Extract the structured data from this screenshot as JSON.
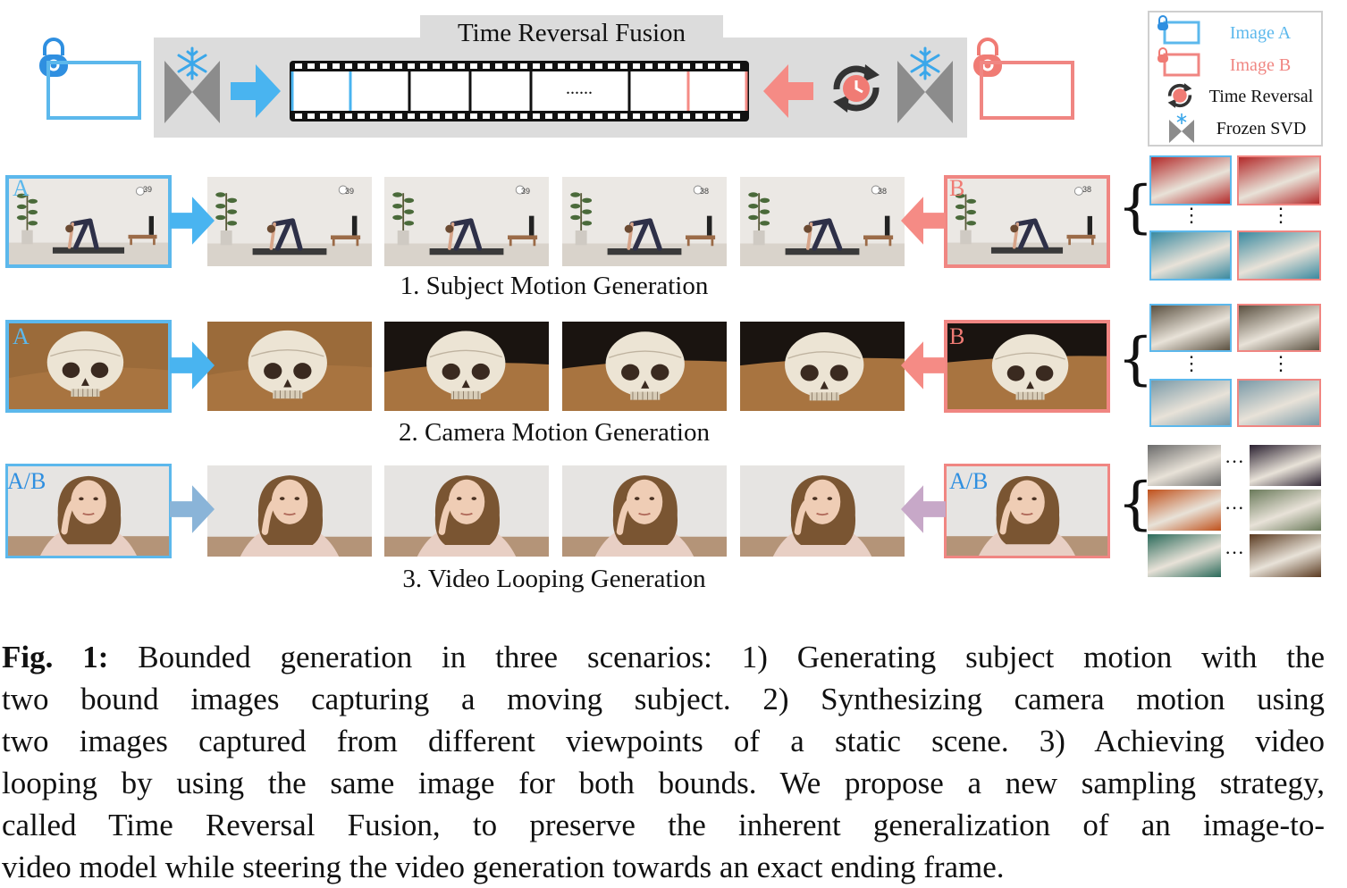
{
  "figure": {
    "pipeline_title": "Time Reversal Fusion",
    "film_dots": "......",
    "legend": [
      {
        "label": "Image A",
        "color": "#5cb8ec"
      },
      {
        "label": "Image B",
        "color": "#f08682"
      },
      {
        "label": "Time Reversal",
        "color": "#111111"
      },
      {
        "label": "Frozen SVD",
        "color": "#111111"
      }
    ],
    "rows": [
      {
        "title": "1. Subject Motion Generation",
        "left_label": "A",
        "right_label": "B"
      },
      {
        "title": "2. Camera Motion Generation",
        "left_label": "A",
        "right_label": "B"
      },
      {
        "title": "3. Video Looping Generation",
        "left_label": "A/B",
        "right_label": "A/B"
      }
    ],
    "badges": [
      "39",
      "39",
      "39",
      "38",
      "38",
      "38"
    ],
    "ellipsis_v": "⋮",
    "ellipsis_h": "···",
    "brace": "{"
  },
  "colors": {
    "image_a": "#5cb8ec",
    "image_b": "#f08682",
    "gray": "#dcdcdc"
  },
  "caption": {
    "label": "Fig. 1:",
    "lines": [
      "Bounded generation in three scenarios: 1) Generating subject motion with the",
      "two bound images capturing a moving subject. 2) Synthesizing camera motion using",
      "two images captured from different viewpoints of a static scene. 3) Achieving video",
      "looping by using the same image for both bounds. We propose a new sampling strategy,",
      "called Time Reversal Fusion, to preserve the inherent generalization of an image-to-",
      "video model while steering the video generation towards an exact ending frame."
    ]
  }
}
